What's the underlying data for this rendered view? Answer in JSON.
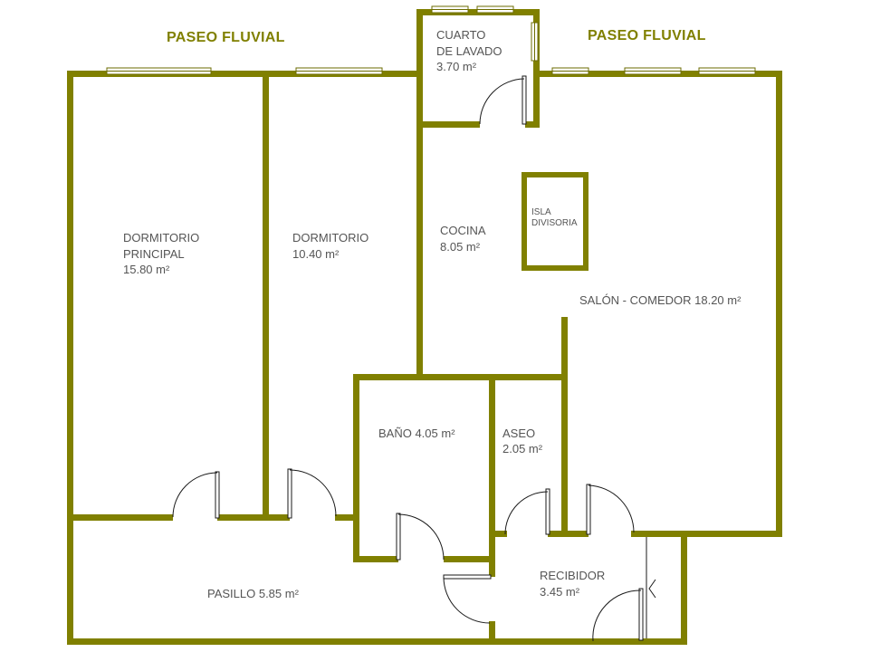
{
  "labels": {
    "outside_left": "PASEO FLUVIAL",
    "outside_right": "PASEO FLUVIAL",
    "lavado_1": "CUARTO",
    "lavado_2": "DE LAVADO",
    "lavado_area": "3.70 m²",
    "dorm_principal_1": "DORMITORIO",
    "dorm_principal_2": "PRINCIPAL",
    "dorm_principal_area": "15.80 m²",
    "dorm_1": "DORMITORIO",
    "dorm_area": "10.40 m²",
    "cocina": "COCINA",
    "cocina_area": "8.05 m²",
    "isla_1": "ISLA",
    "isla_2": "DIVISORIA",
    "salon": "SALÓN - COMEDOR   18.20 m²",
    "bano": "BAÑO  4.05 m²",
    "aseo": "ASEO",
    "aseo_area": "2.05 m²",
    "pasillo": "PASILLO  5.85 m²",
    "recibidor": "RECIBIDOR",
    "recibidor_area": "3.45 m²"
  },
  "colors": {
    "wall": "#808000",
    "label": "#555555",
    "background": "#ffffff"
  }
}
